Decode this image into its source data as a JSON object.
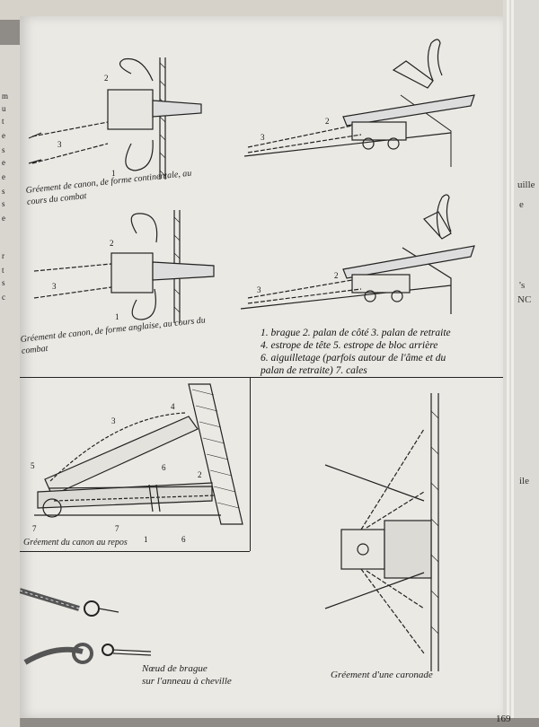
{
  "left_page": {
    "fragments": [
      "m",
      "u",
      "t",
      "e",
      "s",
      "e",
      "e",
      "s",
      "s",
      "e",
      "r",
      "t",
      "s",
      "c"
    ]
  },
  "right_edge": {
    "fragments": [
      "uille",
      "e",
      "'s",
      "NC",
      "ile"
    ]
  },
  "figures": {
    "continental": {
      "caption": "Gréement de canon, de forme continentale, au cours du combat",
      "labels": {
        "l1": "1",
        "l2": "2",
        "l3": "3"
      }
    },
    "side_top": {
      "labels": {
        "l2": "2",
        "l3": "3"
      }
    },
    "anglaise": {
      "caption": "Gréement de canon, de forme anglaise, au cours du combat",
      "labels": {
        "l1": "1",
        "l2": "2",
        "l3": "3"
      }
    },
    "side_mid": {
      "labels": {
        "l2": "2",
        "l3": "3"
      }
    },
    "repos": {
      "caption": "Gréement du canon au repos",
      "labels": {
        "l1": "1",
        "l2": "2",
        "l3": "3",
        "l4": "4",
        "l5": "5",
        "l6a": "6",
        "l6b": "6",
        "l7a": "7",
        "l7b": "7"
      }
    },
    "noeud": {
      "caption_line1": "Nœud de brague",
      "caption_line2": "sur l'anneau à cheville"
    },
    "caronade": {
      "caption": "Gréement d'une caronade"
    }
  },
  "legend": {
    "line1": "1. brague 2. palan de côté 3. palan de retraite",
    "line2": "4. estrope de tête 5. estrope de bloc arrière",
    "line3": "6. aiguilletage (parfois autour de l'âme et du",
    "line4": "palan de retraite) 7. cales"
  },
  "page_number": "169"
}
